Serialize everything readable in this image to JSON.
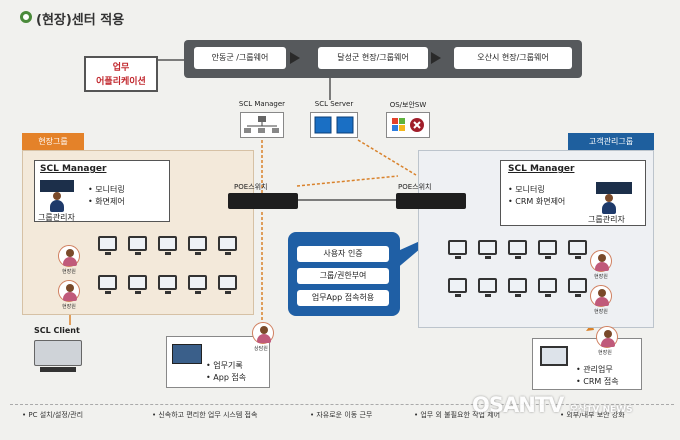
{
  "title": "(현장)센터 적용",
  "app_box": {
    "line1": "업무",
    "line2": "어플리케이션"
  },
  "sites": [
    "안동군 /그룹웨어",
    "달성군 현장/그룹웨어",
    "오산시 현장/그룹웨어"
  ],
  "servers": {
    "manager": "SCL Manager",
    "server": "SCL Server",
    "os": "OS/보안SW"
  },
  "groups": {
    "field": "현장그룹",
    "customer": "고객관리그룹"
  },
  "left_manager": {
    "title": "SCL Manager",
    "features": [
      "• 모니터링",
      "• 화면제어"
    ],
    "caption": "그룹관리자"
  },
  "right_manager": {
    "title": "SCL Manager",
    "features": [
      "• 모니터링",
      "• CRM 화면제어"
    ],
    "caption": "그룹관리자"
  },
  "switches": [
    "POE스위치",
    "POE스위치"
  ],
  "staff_label": "현장원",
  "bubble_items": [
    "사용자 인증",
    "그룹/권한부여",
    "업무App 접속허용"
  ],
  "client": {
    "label": "SCL Client"
  },
  "bottom_left": {
    "items": [
      "• 업무기록",
      "• App 접속"
    ],
    "caption": "상담원"
  },
  "bottom_right": {
    "items": [
      "• 관리업무",
      "• CRM 접속"
    ],
    "caption": "현장원"
  },
  "footer_items": [
    "• PC 설치/설정/관리",
    "• 신속하고 편리한 업무 시스템 접속",
    "• 자유로운 이동 근무",
    "• 업무 외 불필요한 작업 제어",
    "• 외부/내부 보안 강화"
  ],
  "watermark": "OSANTV",
  "watermark_sub": "오산TV NEWS",
  "colors": {
    "field_tab": "#e48229",
    "customer_tab": "#1e5f9e",
    "bubble": "#1f5fa5",
    "app_text": "#c1272d",
    "top_bar": "#56595c",
    "connector": "#d9822b"
  }
}
